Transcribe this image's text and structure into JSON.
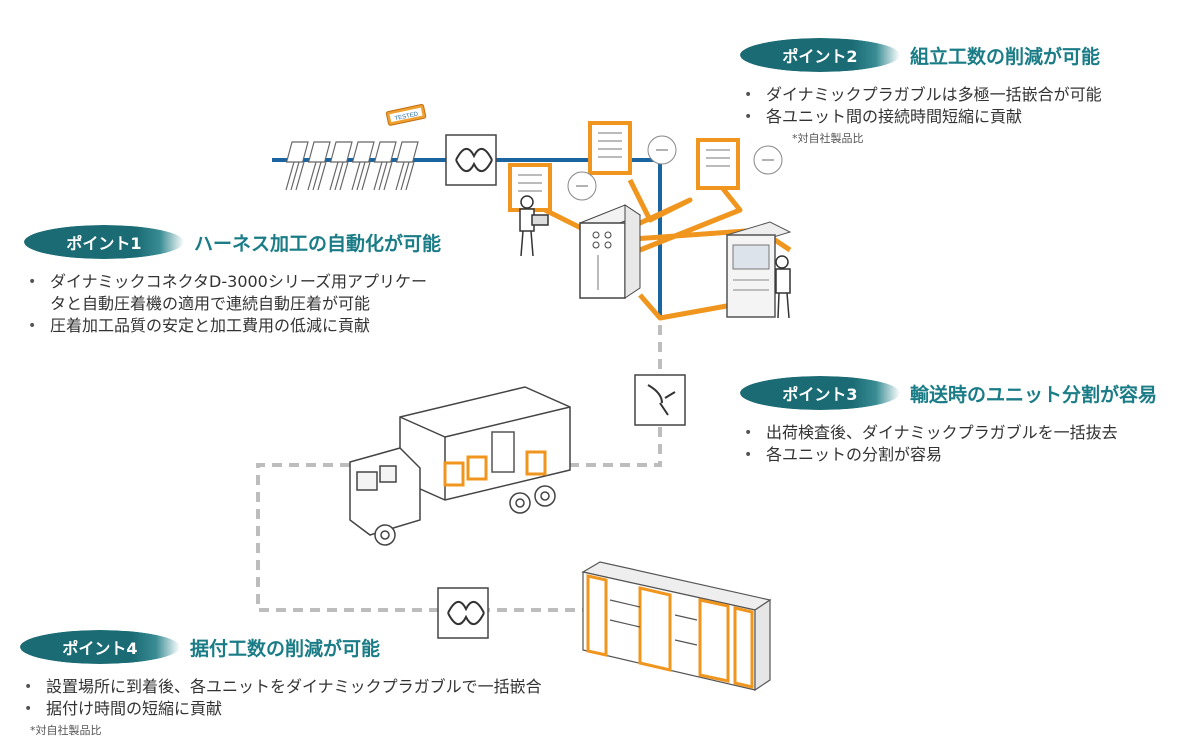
{
  "point1": {
    "badge": "ポイント1",
    "title": "ハーネス加工の自動化が可能",
    "bullets": [
      "ダイナミックコネクタD-3000シリーズ用アプリケー\nタと自動圧着機の適用で連続自動圧着が可能",
      "圧着加工品質の安定と加工費用の低減に貢献"
    ]
  },
  "point2": {
    "badge": "ポイント2",
    "title": "組立工数の削減が可能",
    "bullets": [
      "ダイナミックプラガブルは多極一括嵌合が可能",
      "各ユニット間の接続時間短縮に貢献"
    ],
    "note": "*対自社製品比"
  },
  "point3": {
    "badge": "ポイント3",
    "title": "輸送時のユニット分割が容易",
    "bullets": [
      "出荷検査後、ダイナミックプラガブルを一括抜去",
      "各ユニットの分割が容易"
    ]
  },
  "point4": {
    "badge": "ポイント4",
    "title": "据付工数の削減が可能",
    "bullets": [
      "設置場所に到着後、各ユニットをダイナミックプラガブルで一括嵌合",
      "据付け時間の短縮に貢献"
    ],
    "note": "*対自社製品比"
  },
  "tested_label": "TESTED",
  "colors": {
    "teal": "#1a6b74",
    "orange": "#f0961e",
    "blue": "#1a64a0",
    "gray_dash": "#bdbdbd"
  }
}
